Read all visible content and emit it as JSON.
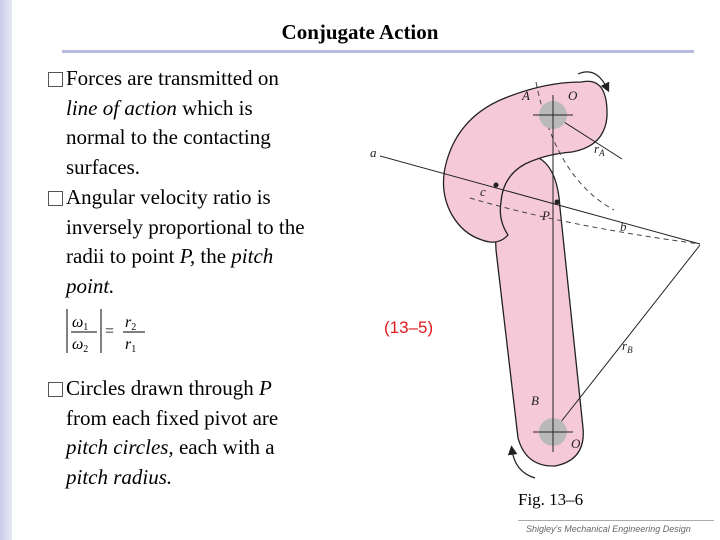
{
  "title": "Conjugate Action",
  "bullets": [
    {
      "lines": [
        [
          {
            "t": "Forces are transmitted on",
            "i": false
          }
        ],
        [
          {
            "t": "line of action",
            "i": true
          },
          {
            "t": " which is",
            "i": false
          }
        ],
        [
          {
            "t": "normal to the contacting",
            "i": false
          }
        ],
        [
          {
            "t": "surfaces.",
            "i": false
          }
        ]
      ]
    },
    {
      "lines": [
        [
          {
            "t": "Angular velocity ratio is",
            "i": false
          }
        ],
        [
          {
            "t": "inversely proportional to the",
            "i": false
          }
        ],
        [
          {
            "t": "radii to point ",
            "i": false
          },
          {
            "t": "P,",
            "i": true
          },
          {
            "t": " the ",
            "i": false
          },
          {
            "t": "pitch",
            "i": true
          }
        ],
        [
          {
            "t": "point.",
            "i": true
          }
        ]
      ]
    },
    {
      "lines": [
        [
          {
            "t": "Circles drawn through ",
            "i": false
          },
          {
            "t": "P",
            "i": true
          }
        ],
        [
          {
            "t": "from each fixed pivot are",
            "i": false
          }
        ],
        [
          {
            "t": "pitch circles,",
            "i": true
          },
          {
            "t": " each with a",
            "i": false
          }
        ],
        [
          {
            "t": "pitch radius.",
            "i": true
          }
        ]
      ]
    }
  ],
  "equation": {
    "omega1": "ω1",
    "omega2": "ω2",
    "r2": "r2",
    "r1": "r1",
    "number": "(13–5)"
  },
  "diagram": {
    "labels": {
      "A": "A",
      "O_top": "O",
      "rA": "rA",
      "a": "a",
      "c": "c",
      "P": "P",
      "b": "b",
      "rB": "rB",
      "B": "B",
      "O_bottom": "O"
    },
    "colors": {
      "body_fill": "#f6c9d8",
      "pivot": "#b9b9b9",
      "line": "#222222"
    }
  },
  "caption": "Fig. 13–6",
  "footer": "Shigley's Mechanical Engineering Design"
}
